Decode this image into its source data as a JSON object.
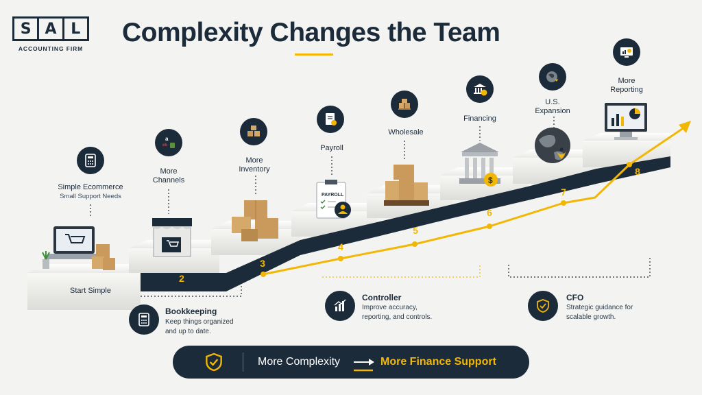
{
  "logo": {
    "letters": [
      "S",
      "A",
      "L"
    ],
    "subtitle": "ACCOUNTING FIRM"
  },
  "title": "Complexity Changes the Team",
  "colors": {
    "navy": "#1c2b3a",
    "accent": "#f2b705",
    "background": "#f3f3f1"
  },
  "steps": [
    {
      "number": "",
      "label": "Start Simple",
      "icon": "laptop-cart-icon"
    },
    {
      "number": "2",
      "label": "Simple Ecommerce",
      "sublabel": "Small Support Needs",
      "icon": "calculator-icon"
    },
    {
      "number": "3",
      "label": "More Channels",
      "icon": "marketplace-logos-icon"
    },
    {
      "number": "4",
      "label": "More Inventory",
      "icon": "boxes-icon"
    },
    {
      "number": "5",
      "label": "Payroll",
      "icon": "payroll-document-icon",
      "doc_text": "PAYROLL"
    },
    {
      "number": "6",
      "label": "Wholesale",
      "icon": "pallet-boxes-icon"
    },
    {
      "number": "7",
      "label": "Financing",
      "icon": "bank-dollar-icon"
    },
    {
      "number": "8",
      "label": "U.S. Expansion",
      "icon": "globe-pin-icon"
    },
    {
      "number": "",
      "label": "More Reporting",
      "icon": "dashboard-monitor-icon"
    }
  ],
  "roles": [
    {
      "title": "Bookkeeping",
      "description": "Keep things organized and up to date.",
      "icon": "calculator-icon"
    },
    {
      "title": "Controller",
      "description": "Improve accuracy, reporting, and controls.",
      "icon": "bar-chart-icon"
    },
    {
      "title": "CFO",
      "description": "Strategic guidance for scalable growth.",
      "icon": "shield-check-icon"
    }
  ],
  "banner": {
    "left_text": "More Complexity",
    "right_text": "More Finance Support",
    "icon": "shield-check-icon"
  }
}
